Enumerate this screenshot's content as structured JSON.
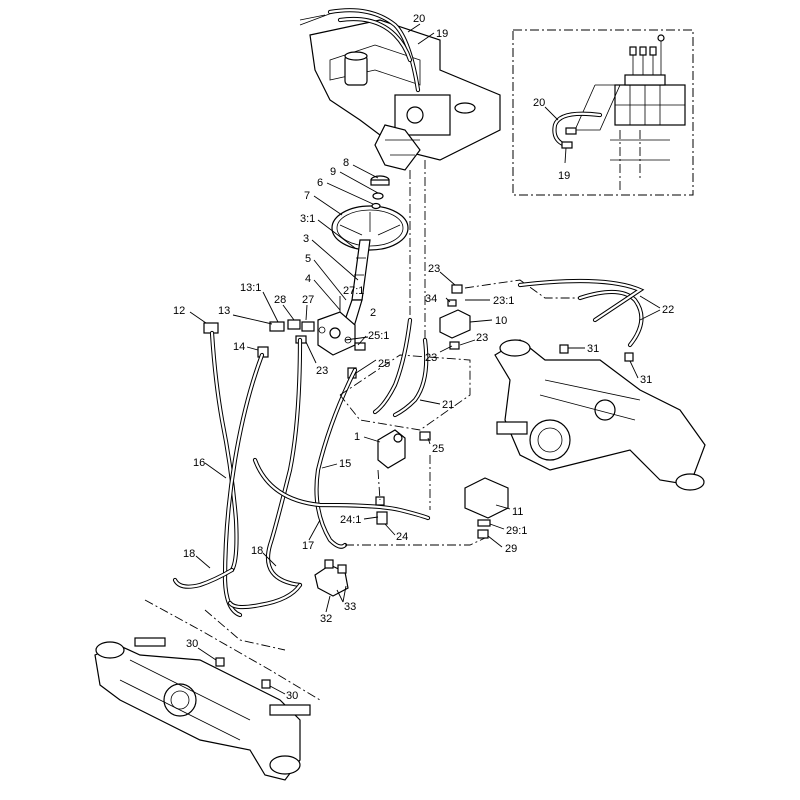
{
  "callouts": {
    "c20": "20",
    "c19": "19",
    "c20_inset": "20",
    "c19_inset": "19",
    "c8": "8",
    "c9": "9",
    "c6": "6",
    "c7": "7",
    "c3_1": "3:1",
    "c3": "3",
    "c5": "5",
    "c4": "4",
    "c13_1": "13:1",
    "c28": "28",
    "c27": "27",
    "c27_1": "27:1",
    "c12": "12",
    "c13": "13",
    "c2": "2",
    "c25_1": "25:1",
    "c14": "14",
    "c23_left": "23",
    "c25_upper": "25",
    "c23_top": "23",
    "c34": "34",
    "c23_1": "23:1",
    "c10": "10",
    "c22": "22",
    "c23_lower_a": "23",
    "c23_lower_b": "23",
    "c31_a": "31",
    "c31_b": "31",
    "c21": "21",
    "c1": "1",
    "c25_lower": "25",
    "c16": "16",
    "c15": "15",
    "c11": "11",
    "c24_1": "24:1",
    "c24": "24",
    "c29_1": "29:1",
    "c29": "29",
    "c17": "17",
    "c18_left": "18",
    "c18_mid": "18",
    "c33": "33",
    "c32": "32",
    "c30_a": "30",
    "c30_b": "30"
  }
}
